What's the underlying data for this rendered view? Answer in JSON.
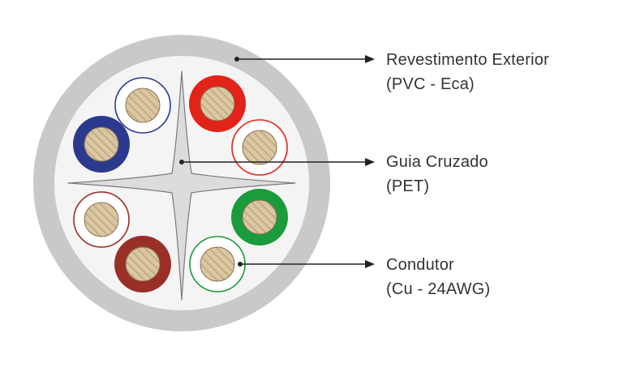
{
  "labels": {
    "jacket": {
      "line1": "Revestimento Exterior",
      "line2": "(PVC - Eca)"
    },
    "separator": {
      "line1": "Guia Cruzado",
      "line2": "(PET)"
    },
    "conductor": {
      "line1": "Condutor",
      "line2": "(Cu - 24AWG)"
    }
  },
  "colors": {
    "jacket": "#c9c9c9",
    "filler": "#f4f4f4",
    "separator": "#dcdcdc",
    "copper": "#d9c6a3",
    "copper_stripe": "#b59a6c",
    "leader": "#222222",
    "blue": "#2b3a8f",
    "red": "#e2231a",
    "green": "#1a9b3c",
    "brown": "#9a2f28"
  },
  "wires": [
    {
      "name": "blue-white",
      "color": "#2b3a8f",
      "solid": false
    },
    {
      "name": "red",
      "color": "#e2231a",
      "solid": true
    },
    {
      "name": "blue",
      "color": "#2b3a8f",
      "solid": true
    },
    {
      "name": "red-white",
      "color": "#e2231a",
      "solid": false
    },
    {
      "name": "brown-white",
      "color": "#9a2f28",
      "solid": false
    },
    {
      "name": "green",
      "color": "#1a9b3c",
      "solid": true
    },
    {
      "name": "brown",
      "color": "#9a2f28",
      "solid": true
    },
    {
      "name": "green-white",
      "color": "#1a9b3c",
      "solid": false
    }
  ]
}
